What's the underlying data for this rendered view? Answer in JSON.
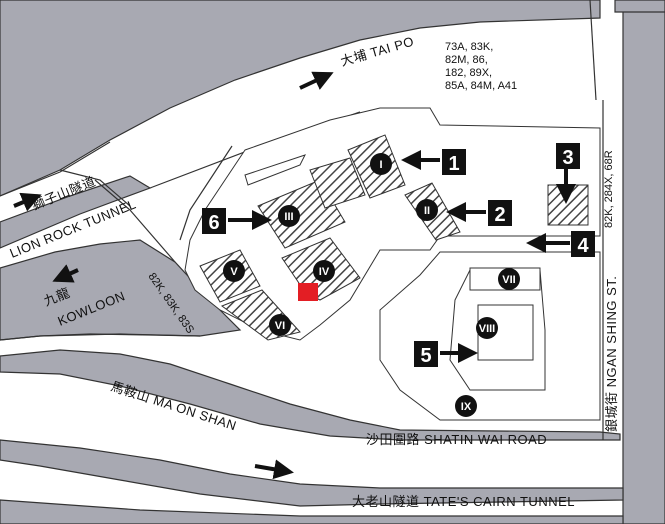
{
  "colors": {
    "road": "#a8a9b2",
    "land": "#ffffff",
    "outline": "#333333",
    "hatch": "#444444",
    "marker": "#111111",
    "highlight": "#e31e24"
  },
  "icons": {
    "arrow": "arrow-icon",
    "number_badge": "numbered-square-icon",
    "building_marker": "roman-numeral-circle-icon"
  },
  "roads": {
    "tai_po": "大埔 TAI PO",
    "lion_rock_cn": "獅子山隧道",
    "lion_rock_en": "LION ROCK TUNNEL",
    "kowloon_cn": "九龍",
    "kowloon_en": "KOWLOON",
    "ma_on_shan": "馬鞍山 MA ON SHAN",
    "shatin_wai": "沙田圍路 SHATIN WAI ROAD",
    "tates_cairn": "大老山隧道 TATE'S CAIRN TUNNEL",
    "ngan_shing": "銀城街 NGAN SHING ST."
  },
  "bus_routes": {
    "top_right": [
      "73A, 83K,",
      "82M, 86,",
      "182, 89X,",
      "85A, 84M, A41"
    ],
    "right_side": "82K, 284X, 68R",
    "left_side": "82K, 83K, 83S"
  },
  "entrances": [
    "1",
    "2",
    "3",
    "4",
    "5",
    "6"
  ],
  "buildings": [
    "I",
    "II",
    "III",
    "IV",
    "V",
    "VI",
    "VII",
    "VIII",
    "IX"
  ]
}
